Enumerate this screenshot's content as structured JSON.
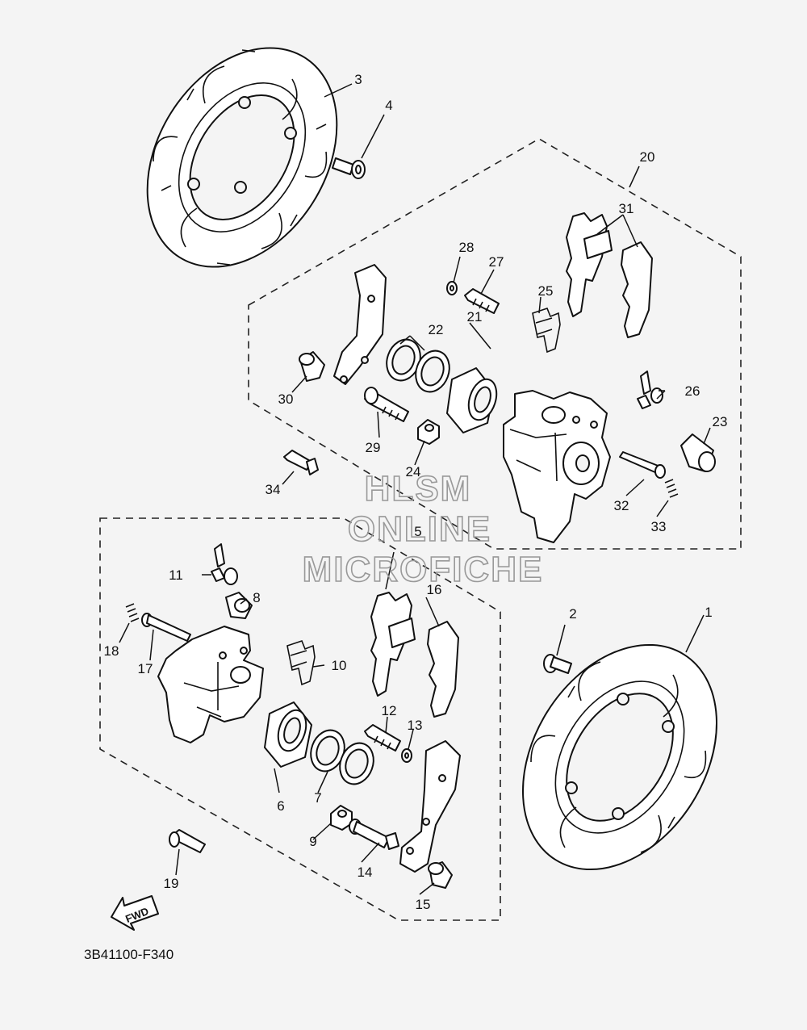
{
  "diagram_code": "3B41100-F340",
  "watermark": {
    "line1": "HLSM",
    "line2": "ONLINE",
    "line3": "MICROFICHE"
  },
  "fwd_arrow_label": "FWD",
  "callouts": {
    "c1": "1",
    "c2": "2",
    "c3": "3",
    "c4": "4",
    "c5": "5",
    "c6": "6",
    "c7": "7",
    "c8": "8",
    "c9": "9",
    "c10": "10",
    "c11": "11",
    "c12": "12",
    "c13": "13",
    "c14": "14",
    "c15": "15",
    "c16": "16",
    "c17": "17",
    "c18": "18",
    "c19": "19",
    "c20": "20",
    "c21": "21",
    "c22": "22",
    "c23": "23",
    "c24": "24",
    "c25": "25",
    "c26": "26",
    "c27": "27",
    "c28": "28",
    "c29": "29",
    "c30": "30",
    "c31": "31",
    "c32": "32",
    "c33": "33",
    "c34": "34"
  }
}
